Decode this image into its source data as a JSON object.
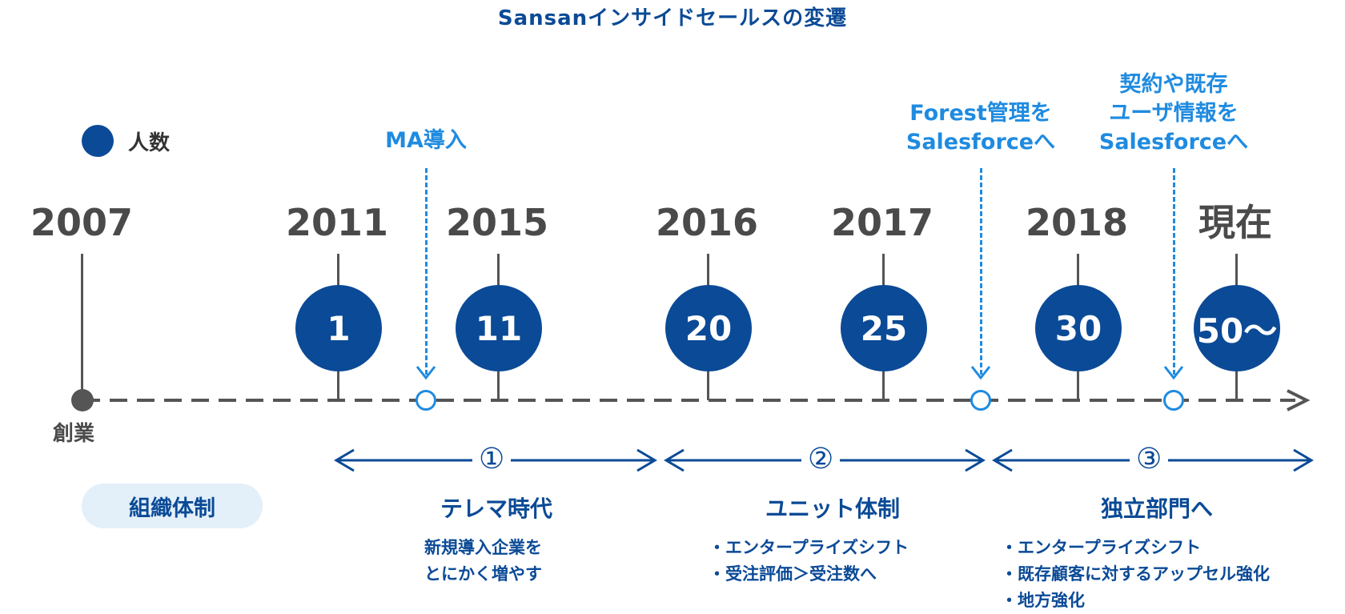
{
  "title": "Sansanインサイドセールスの変遷",
  "legend": {
    "label": "人数"
  },
  "founding_label": "創業",
  "org_label": "組織体制",
  "milestones": [
    {
      "year": "2007"
    },
    {
      "year": "2011",
      "count": "1"
    },
    {
      "year": "2015",
      "count": "11"
    },
    {
      "year": "2016",
      "count": "20"
    },
    {
      "year": "2017",
      "count": "25"
    },
    {
      "year": "2018",
      "count": "30"
    },
    {
      "year": "現在",
      "count": "50〜"
    }
  ],
  "events": [
    {
      "lines": [
        "MA導入"
      ]
    },
    {
      "lines": [
        "Forest管理を",
        "Salesforceへ"
      ]
    },
    {
      "lines": [
        "契約や既存",
        "ユーザ情報を",
        "Salesforceへ"
      ]
    }
  ],
  "phases": [
    {
      "number": "①",
      "title": "テレマ時代",
      "desc": [
        "新規導入企業を",
        "とにかく増やす"
      ]
    },
    {
      "number": "②",
      "title": "ユニット体制",
      "desc": [
        "・エンタープライズシフト",
        "・受注評価＞受注数へ"
      ]
    },
    {
      "number": "③",
      "title": "独立部門へ",
      "desc": [
        "・エンタープライズシフト",
        "・既存顧客に対するアップセル強化",
        "・地方強化"
      ]
    }
  ],
  "colors": {
    "primary": "#0B4A96",
    "accent": "#1F8BE0",
    "axis": "#555555",
    "pill": "#E3EFF9"
  }
}
